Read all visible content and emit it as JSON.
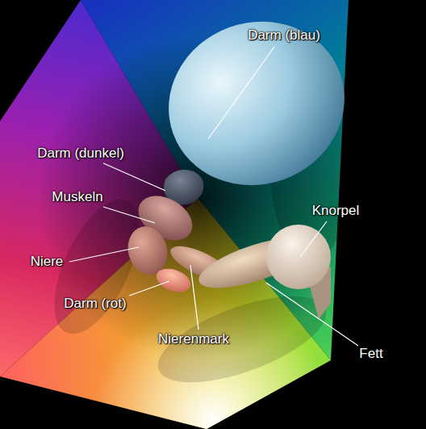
{
  "diagram": {
    "labels": [
      "Darm (blau)",
      "Darm (dunkel)",
      "Muskeln",
      "Knorpel",
      "Niere",
      "Darm (rot)",
      "Nierenmark",
      "Fett"
    ]
  }
}
